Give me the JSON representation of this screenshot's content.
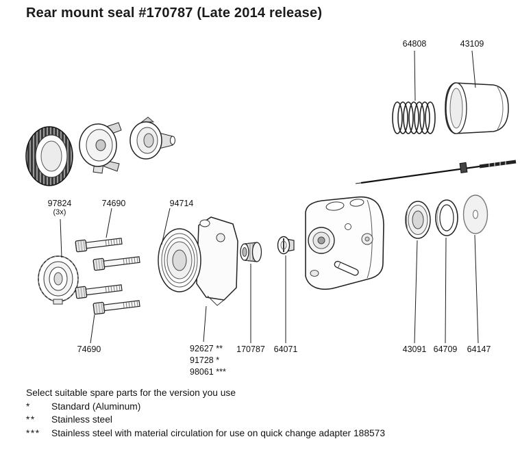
{
  "title": "Rear mount seal #170787 (Late 2014 release)",
  "labels": {
    "spring": {
      "text": "64808"
    },
    "ring_nut": {
      "text": "43109"
    },
    "gland": {
      "text": "97824",
      "qty": "(3x)"
    },
    "screws_top": {
      "text": "74690"
    },
    "cartridge": {
      "text": "94714"
    },
    "screws_bottom": {
      "text": "74690"
    },
    "seal_variant_ss": {
      "text": "92627 **"
    },
    "seal_variant_alu": {
      "text": "91728 *"
    },
    "seal_variant_circ": {
      "text": "98061 ***"
    },
    "rear_seal": {
      "text": "170787"
    },
    "valve": {
      "text": "64071"
    },
    "seal_ring": {
      "text": "43091"
    },
    "o_ring": {
      "text": "64709"
    },
    "washer": {
      "text": "64147"
    }
  },
  "footer": {
    "intro": "Select suitable spare parts for the version you use",
    "notes": [
      {
        "symbol": "*",
        "text": "Standard (Aluminum)"
      },
      {
        "symbol": "**",
        "text": "Stainless steel"
      },
      {
        "symbol": "***",
        "text": "Stainless steel with material circulation for use on quick change adapter 188573"
      }
    ]
  }
}
